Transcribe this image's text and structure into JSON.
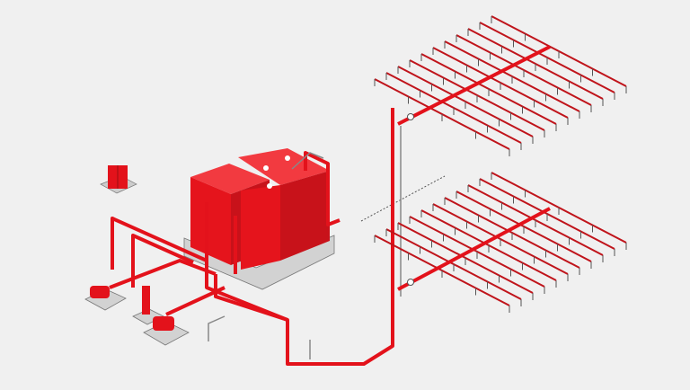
{
  "colors": {
    "pipe": "#e3121b",
    "tank": "#ec1c24",
    "tank_dark": "#c4121a",
    "base": "#cfcfcf",
    "outline": "#555555",
    "background": "#f0f0f0"
  },
  "sprinkler_grids": [
    {
      "name": "upper",
      "branch_count": 11,
      "heads_per_branch": 4
    },
    {
      "name": "lower",
      "branch_count": 11,
      "heads_per_branch": 4
    }
  ]
}
